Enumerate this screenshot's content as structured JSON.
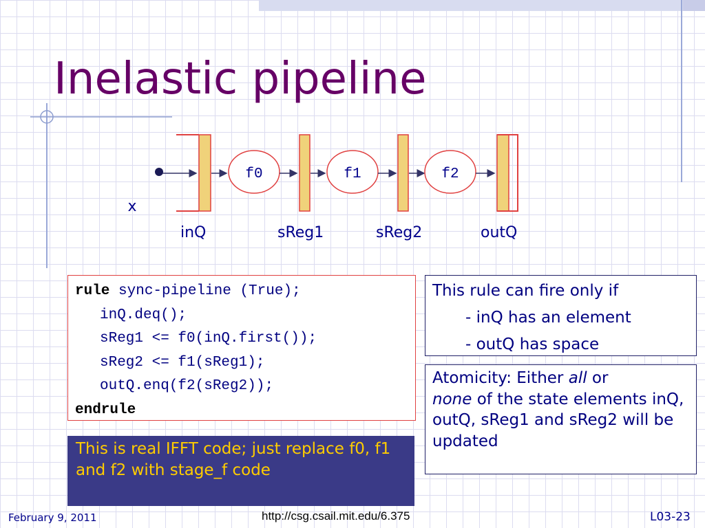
{
  "slide": {
    "title": "Inelastic pipeline",
    "diagram": {
      "input_label": "x",
      "stages": [
        "f0",
        "f1",
        "f2"
      ],
      "registers": [
        "inQ",
        "sReg1",
        "sReg2",
        "outQ"
      ]
    },
    "code": {
      "kw_rule": "rule",
      "rule_rest": " sync-pipeline (True);",
      "lines": [
        "inQ.deq();",
        "sReg1 <= f0(inQ.first());",
        "sReg2 <= f1(sReg1);",
        "outQ.enq(f2(sReg2));"
      ],
      "kw_endrule": "endrule"
    },
    "fire_note": {
      "heading": "This rule can fire only if",
      "items": [
        "- inQ has an element",
        "- outQ has space"
      ]
    },
    "atomicity": {
      "part1": "Atomicity: Either ",
      "em1": "all",
      "part2": " or",
      "em2": "none",
      "part3": " of the state elements inQ, outQ, sReg1 and sReg2 will be updated"
    },
    "iffbox_text": "This is real IFFT code; just replace f0, f1 and f2 with stage_f code",
    "footer": {
      "date": "February 9, 2011",
      "url": "http://csg.csail.mit.edu/6.375",
      "page": "L03-23"
    },
    "colors": {
      "title": "#660066",
      "text": "#00008b",
      "register_fill": "#f0d27a",
      "register_border": "#e04040",
      "code_border": "#e04040",
      "highlight_box": "#3a3a87",
      "highlight_text": "#ffcc00"
    }
  }
}
